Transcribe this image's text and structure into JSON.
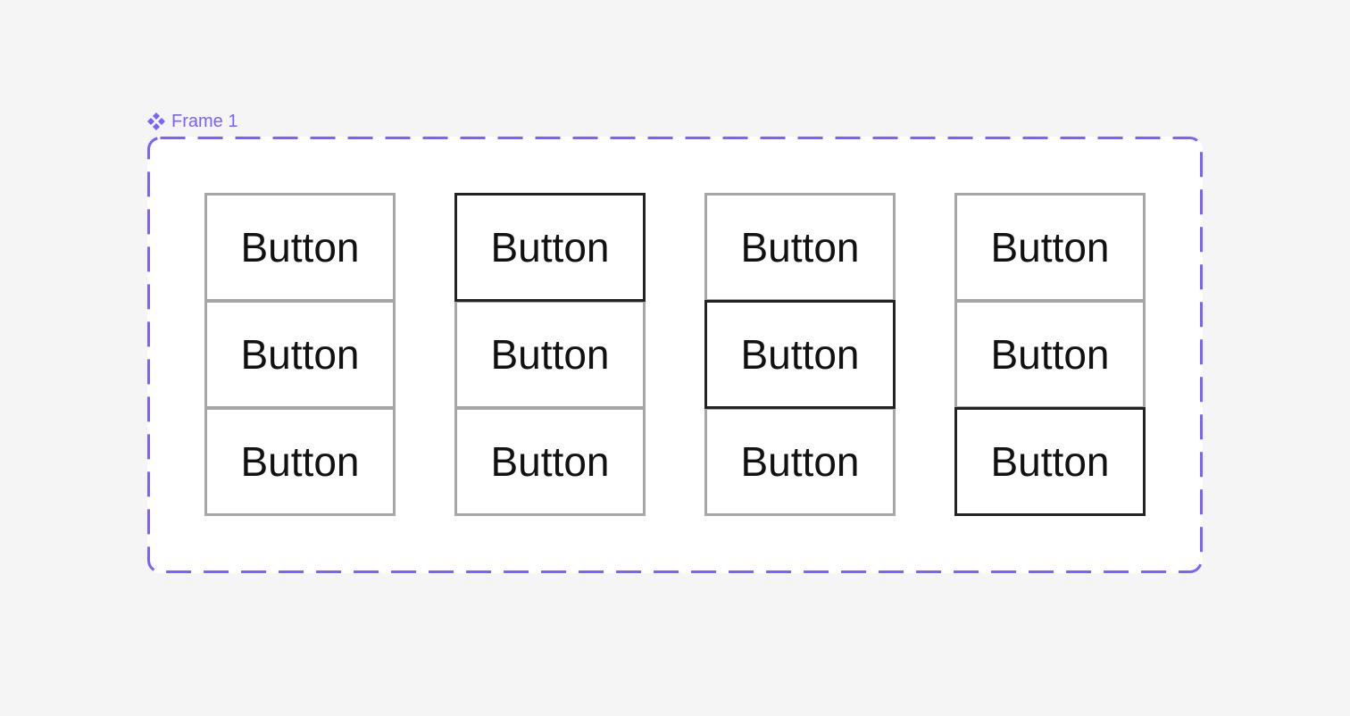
{
  "frame": {
    "label": "Frame 1",
    "icon": "component-icon",
    "accent_color": "#7b61ff"
  },
  "groups": [
    {
      "buttons": [
        {
          "label": "Button",
          "selected": false
        },
        {
          "label": "Button",
          "selected": false
        },
        {
          "label": "Button",
          "selected": false
        }
      ]
    },
    {
      "buttons": [
        {
          "label": "Button",
          "selected": true
        },
        {
          "label": "Button",
          "selected": false
        },
        {
          "label": "Button",
          "selected": false
        }
      ]
    },
    {
      "buttons": [
        {
          "label": "Button",
          "selected": false
        },
        {
          "label": "Button",
          "selected": true
        },
        {
          "label": "Button",
          "selected": false
        }
      ]
    },
    {
      "buttons": [
        {
          "label": "Button",
          "selected": false
        },
        {
          "label": "Button",
          "selected": false
        },
        {
          "label": "Button",
          "selected": true
        }
      ]
    }
  ],
  "colors": {
    "background": "#f5f5f5",
    "button_border": "#a6a6a6",
    "button_border_selected": "#222222"
  }
}
